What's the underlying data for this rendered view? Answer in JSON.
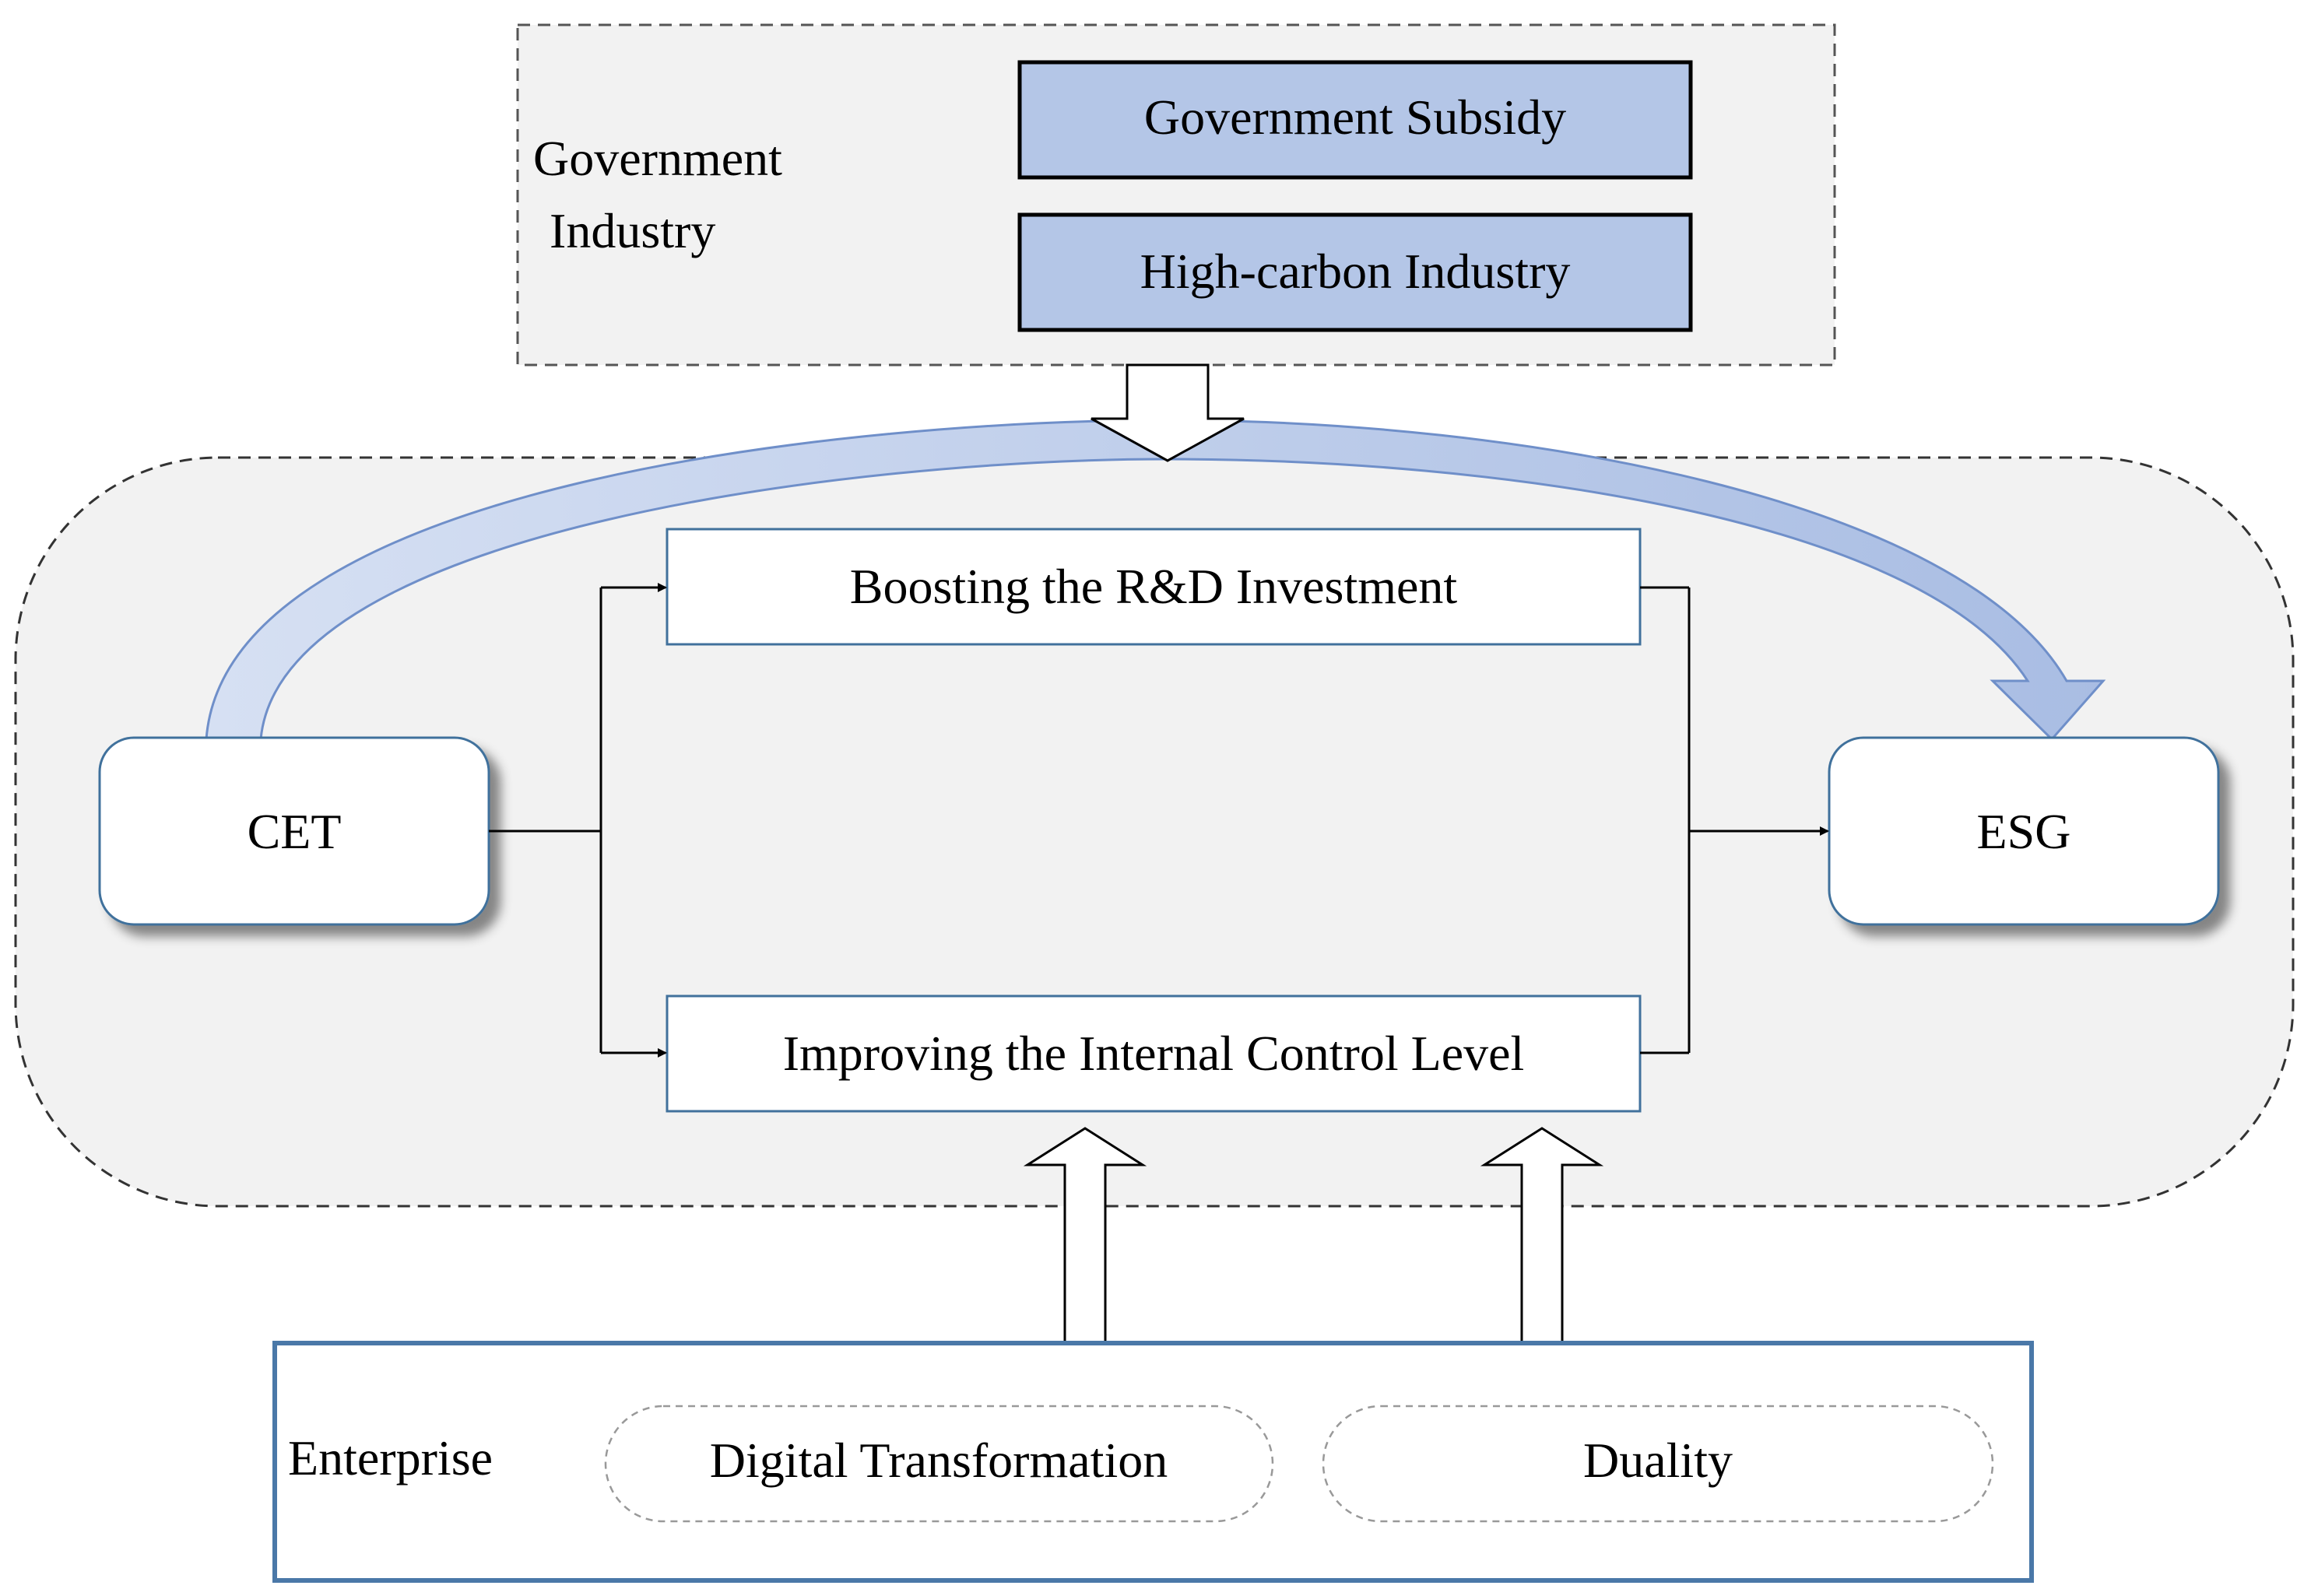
{
  "top_group": {
    "label_line1": "Government",
    "label_line2": "Industry",
    "box_government_subsidy": "Government Subsidy",
    "box_high_carbon_industry": "High-carbon Industry"
  },
  "middle_group": {
    "cet": "CET",
    "esg": "ESG",
    "mediator_rd": "Boosting the R&D Investment",
    "mediator_internal_control": "Improving the Internal Control Level"
  },
  "bottom_group": {
    "label": "Enterprise",
    "digital_transformation": "Digital Transformation",
    "duality": "Duality"
  },
  "colors": {
    "group_fill": "#f2f2f2",
    "moderator_box_fill": "#b4c6e7",
    "arc_arrow_fill": "#b4c6e7",
    "box_border": "#41719c",
    "enterprise_border": "#4a78a8"
  }
}
